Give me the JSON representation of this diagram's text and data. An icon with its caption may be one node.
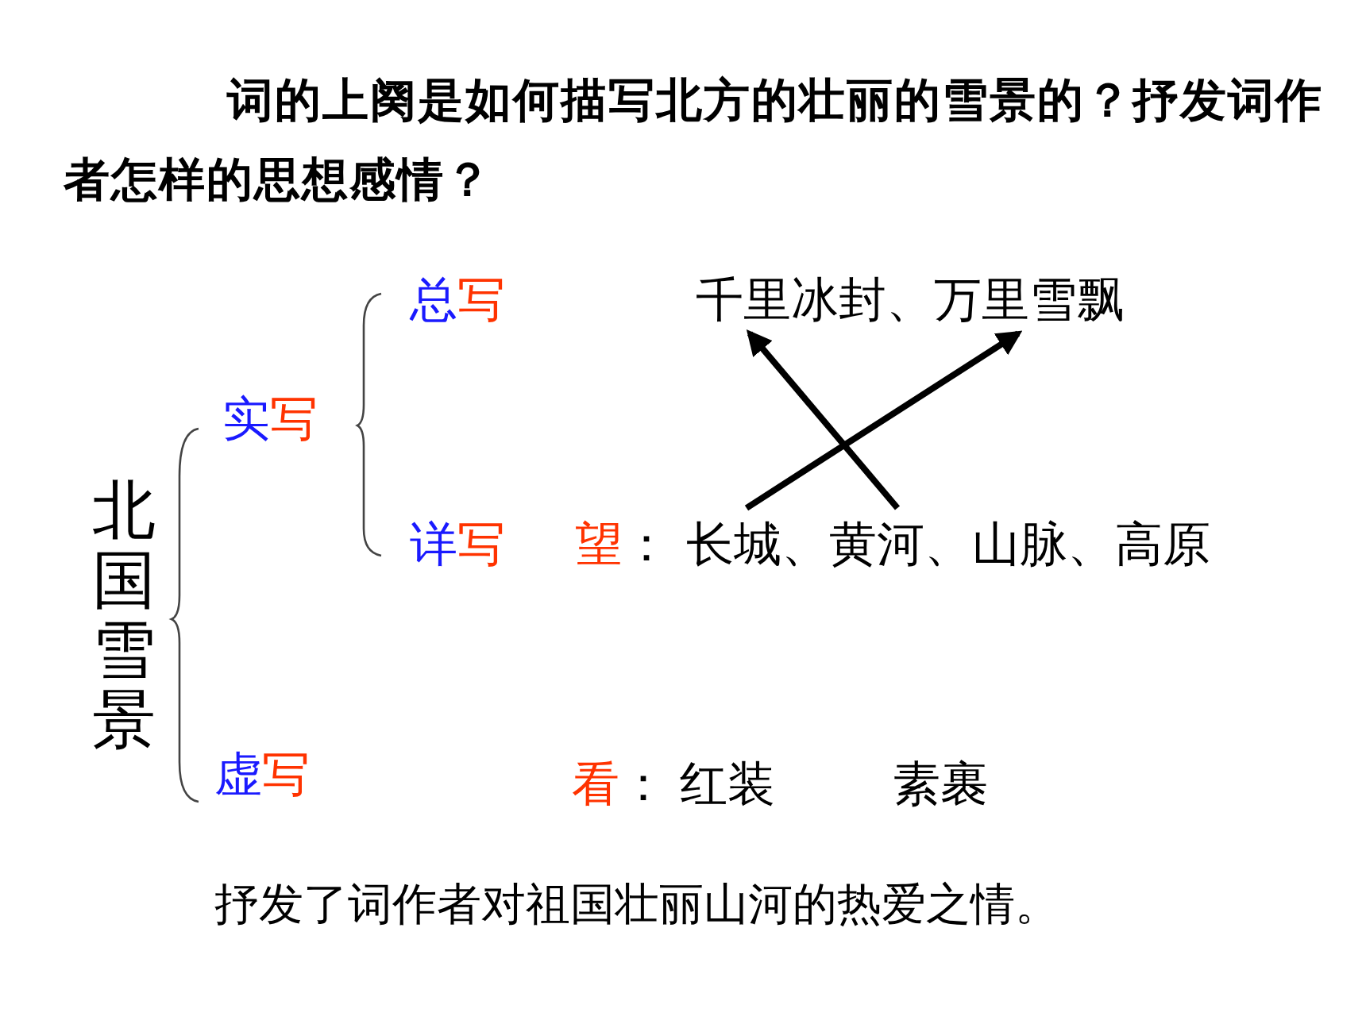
{
  "diagram": {
    "title": "词的上阕是如何描写北方的壮丽的雪景的？抒发词作者怎样的思想感情？",
    "caption": "抒发了词作者对祖国壮丽山河的热爱之情。",
    "nodes": [
      {
        "text": [
          "北国雪景"
        ]
      },
      {
        "text": [
          "实写"
        ]
      },
      {
        "text": [
          "虚写"
        ]
      },
      {
        "text": [
          "总写"
        ]
      },
      {
        "text": [
          "详写"
        ]
      },
      {
        "text": [
          "千里冰封、万里雪飘"
        ]
      },
      {
        "text": [
          "望：",
          "长城、黄河、山脉、高原"
        ]
      },
      {
        "text": [
          "看：",
          "红装",
          "素裹"
        ]
      }
    ],
    "edges": [
      {
        "from": 6,
        "to": 5,
        "arrow": "to"
      },
      {
        "from": 6,
        "to": 5,
        "arrow": "to"
      }
    ]
  }
}
